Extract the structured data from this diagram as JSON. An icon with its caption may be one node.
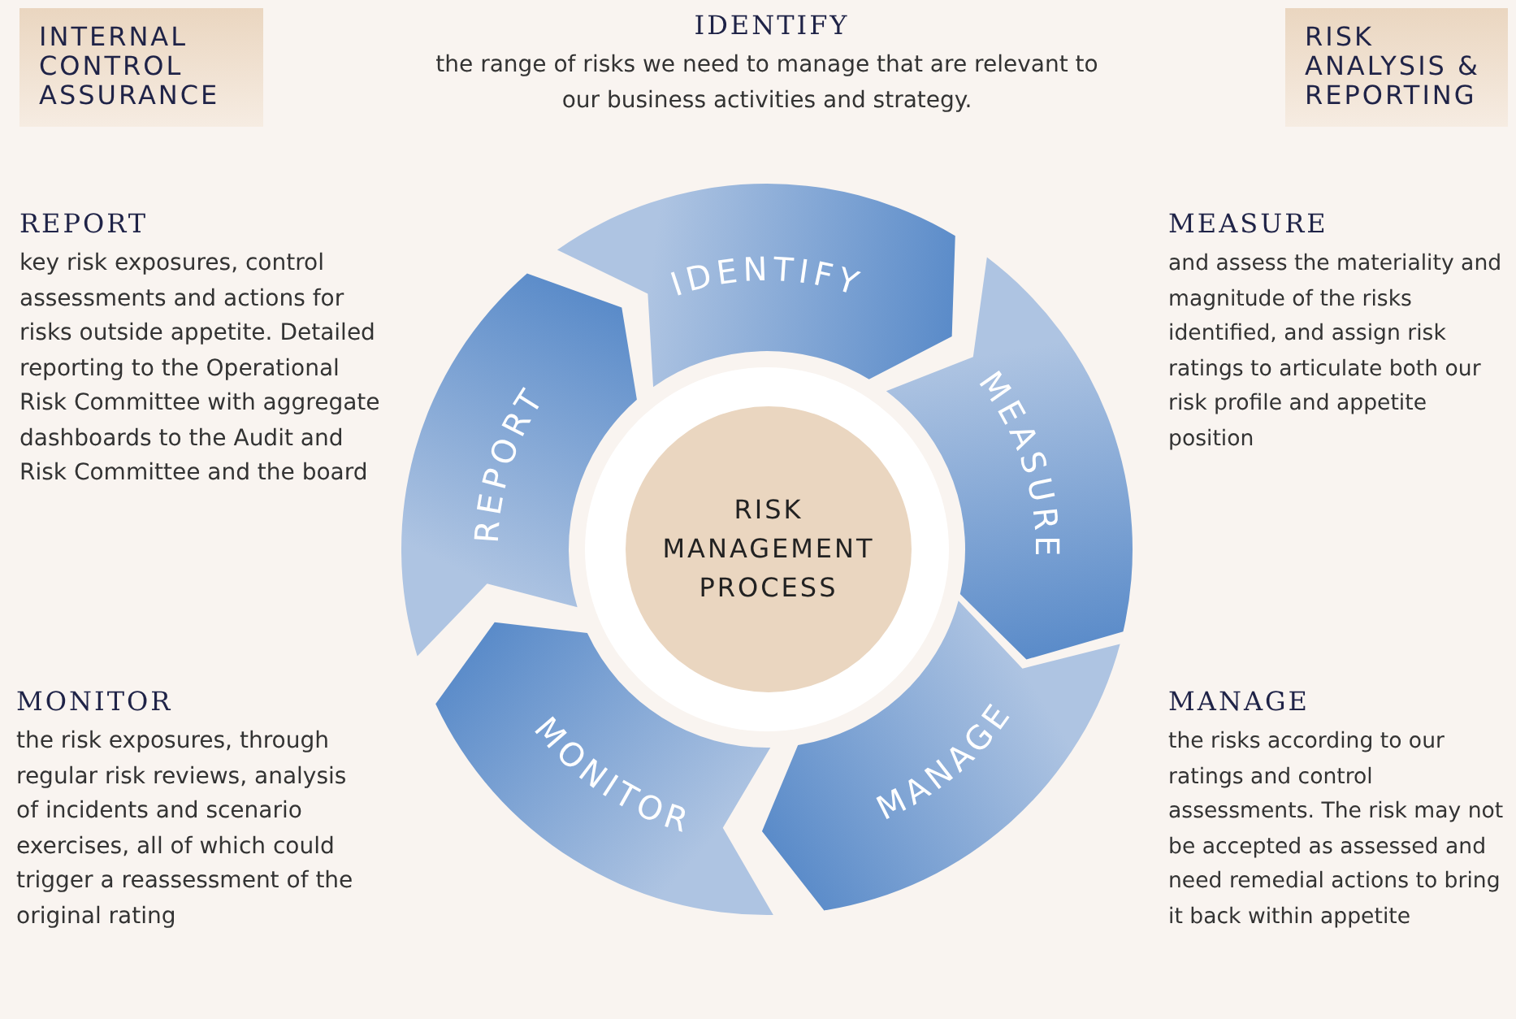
{
  "diagram": {
    "nodes": [
      {
        "text": [
          "INTERNAL CONTROL ASSURANCE"
        ]
      },
      {
        "text": [
          "RISK ANALYSIS & REPORTING"
        ]
      },
      {
        "text": [
          "IDENTIFY"
        ]
      },
      {
        "text": [
          "MEASURE"
        ]
      },
      {
        "text": [
          "MANAGE"
        ]
      },
      {
        "text": [
          "MONITOR"
        ]
      },
      {
        "text": [
          "REPORT"
        ]
      },
      {
        "text": [
          "RISK MANAGEMENT PROCESS"
        ]
      }
    ],
    "labels": [
      "IDENTIFY",
      "the range of risks we need to manage that are relevant to our business activities and strategy.",
      "REPORT",
      "key risk exposures, control assessments and actions for risks outside appetite. Detailed reporting to the Operational Risk Committee with aggregate dashboards to the Audit and Risk Committee and the board",
      "MEASURE",
      "and assess the materiality and magnitude of the risks identified, and assign risk ratings to articulate both our risk profile and appetite position",
      "MONITOR",
      "the risk exposures, through regular risk reviews, analysis of incidents and scenario exercises, all of which could trigger a reassessment of the original rating",
      "MANAGE",
      "the risks according to our ratings and control assessments. The risk may not be accepted as assessed and need remedial actions to bring it back within appetite"
    ]
  }
}
